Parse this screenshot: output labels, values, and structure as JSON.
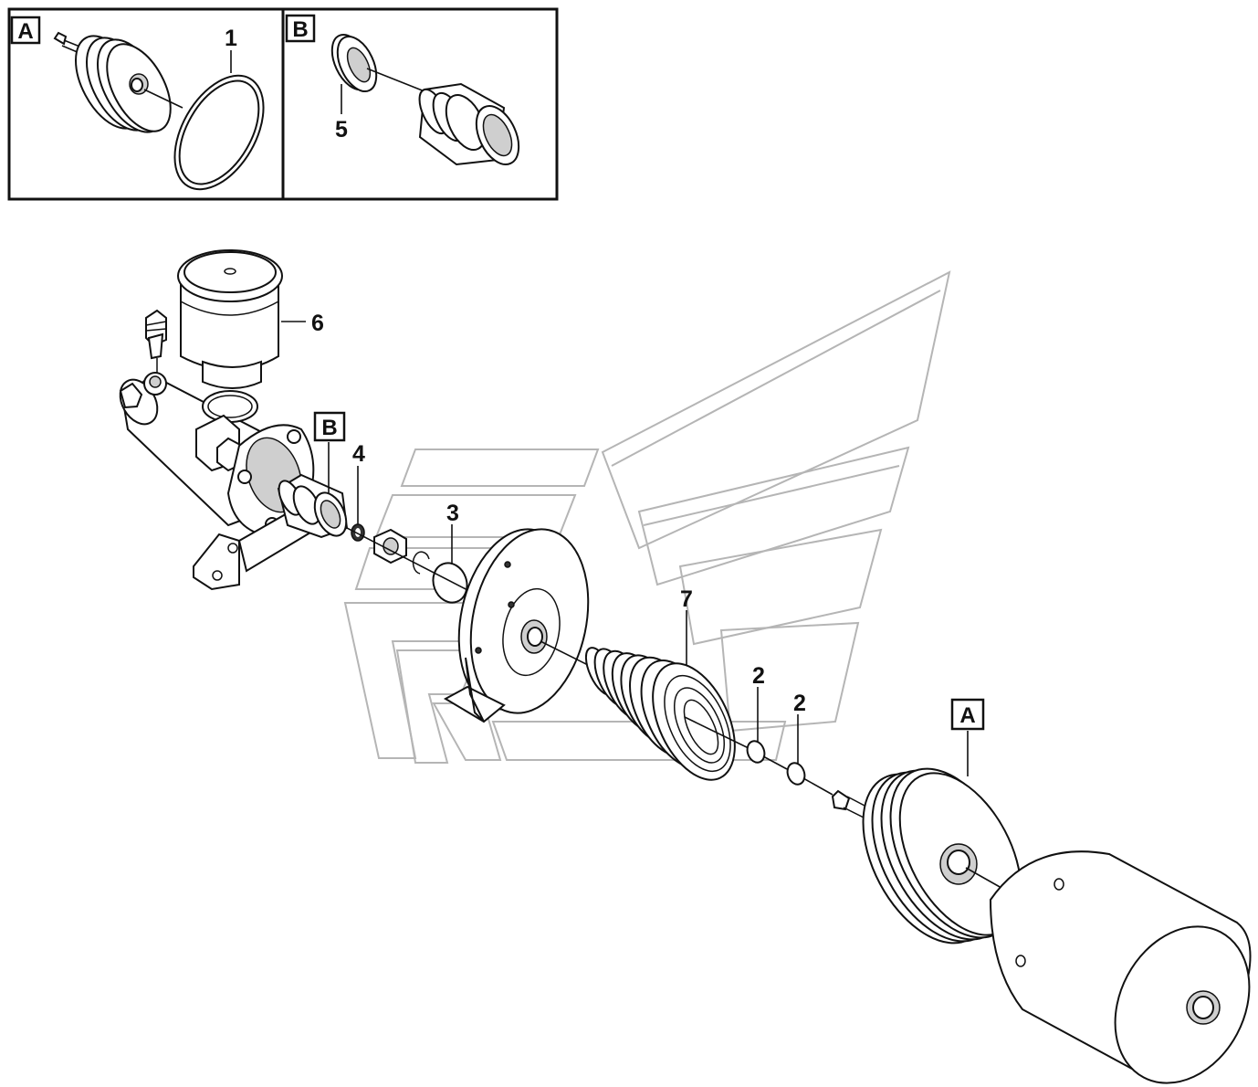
{
  "callout_boxes": {
    "detail_a": "A",
    "detail_b": "B",
    "ref_b": "B",
    "ref_a": "A"
  },
  "part_numbers": {
    "p1": "1",
    "p2a": "2",
    "p2b": "2",
    "p3": "3",
    "p4": "4",
    "p5": "5",
    "p6": "6",
    "p7": "7"
  }
}
